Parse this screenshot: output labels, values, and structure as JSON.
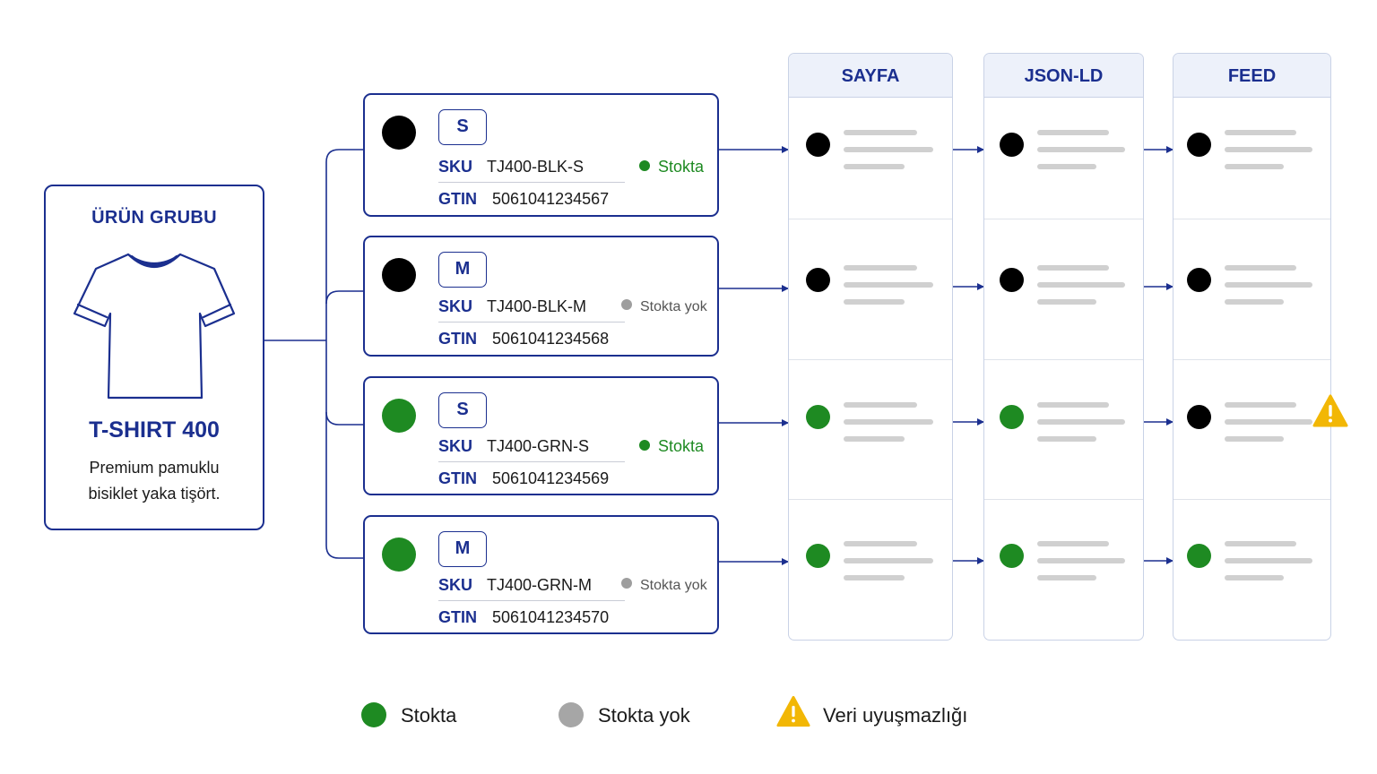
{
  "group": {
    "title": "ÜRÜN GRUBU",
    "name": "T-SHIRT 400",
    "desc_line1": "Premium pamuklu",
    "desc_line2": "bisiklet yaka tişört."
  },
  "columns": [
    "SAYFA",
    "JSON-LD",
    "FEED"
  ],
  "labels": {
    "sku": "SKU",
    "gtin": "GTIN"
  },
  "variants": [
    {
      "size": "S",
      "sku": "TJ400-BLK-S",
      "gtin": "5061041234567",
      "stock": "Stokta",
      "in_stock": true,
      "color": "#000000",
      "channel_colors": [
        "#000000",
        "#000000",
        "#000000"
      ]
    },
    {
      "size": "M",
      "sku": "TJ400-BLK-M",
      "gtin": "5061041234568",
      "stock": "Stokta yok",
      "in_stock": false,
      "color": "#000000",
      "channel_colors": [
        "#000000",
        "#000000",
        "#000000"
      ]
    },
    {
      "size": "S",
      "sku": "TJ400-GRN-S",
      "gtin": "5061041234569",
      "stock": "Stokta",
      "in_stock": true,
      "color": "#1e8a22",
      "channel_colors": [
        "#1e8a22",
        "#1e8a22",
        "#000000"
      ],
      "mismatch_in": "FEED"
    },
    {
      "size": "M",
      "sku": "TJ400-GRN-M",
      "gtin": "5061041234570",
      "stock": "Stokta yok",
      "in_stock": false,
      "color": "#1e8a22",
      "channel_colors": [
        "#1e8a22",
        "#1e8a22",
        "#1e8a22"
      ]
    }
  ],
  "legend": {
    "in_stock": "Stokta",
    "out_of_stock": "Stokta yok",
    "mismatch": "Veri uyuşmazlığı"
  },
  "colors": {
    "brand": "#1b2f8f",
    "in_stock": "#1e8a22",
    "out_of_stock": "#9e9e9e",
    "warning": "#f2b705",
    "variant_black": "#000000",
    "variant_green": "#1e8a22"
  },
  "icons": [
    "t-shirt-icon",
    "warning-icon"
  ]
}
